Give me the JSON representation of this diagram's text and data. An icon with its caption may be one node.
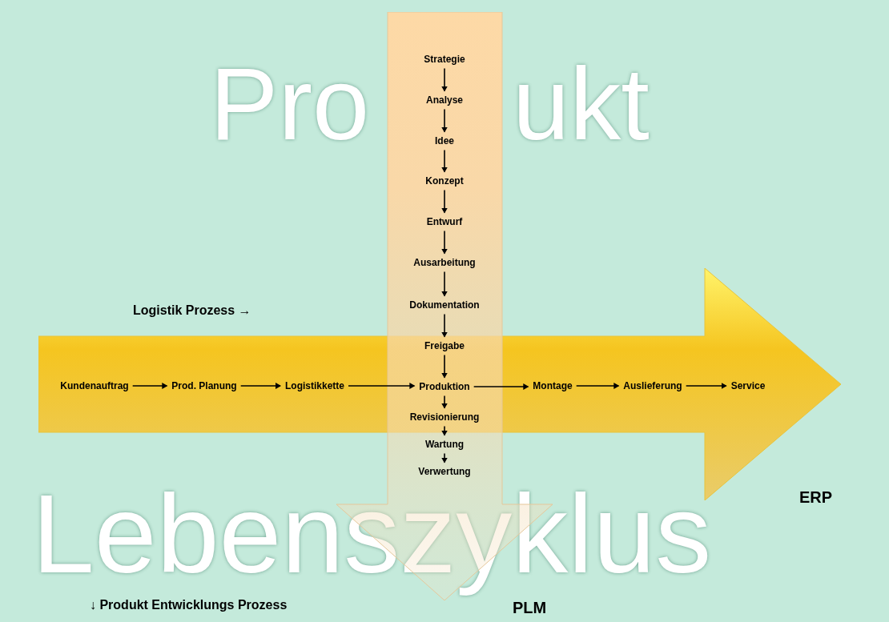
{
  "diagram": {
    "nodes": [
      {
        "text": [],
        "shape": "arrow"
      },
      {
        "text": [],
        "shape": "arrow"
      },
      {
        "text": [
          "Kundenauftrag"
        ],
        "in": 0
      },
      {
        "text": [
          "Prod. Planung"
        ],
        "in": 0
      },
      {
        "text": [
          "Logistikkette"
        ],
        "in": 0
      },
      {
        "text": [
          "Montage"
        ],
        "in": 0
      },
      {
        "text": [
          "Auslieferung"
        ],
        "in": 0
      },
      {
        "text": [
          "Service"
        ],
        "in": 0
      },
      {
        "text": [
          "Strategie"
        ],
        "in": 1
      },
      {
        "text": [
          "Analyse"
        ],
        "in": 1
      },
      {
        "text": [
          "Idee"
        ],
        "in": 1
      },
      {
        "text": [
          "Konzept"
        ],
        "in": 1
      },
      {
        "text": [
          "Entwurf"
        ],
        "in": 1
      },
      {
        "text": [
          "Ausarbeitung"
        ],
        "in": 1
      },
      {
        "text": [
          "Dokumentation"
        ],
        "in": 1
      },
      {
        "text": [
          "Freigabe"
        ]
      },
      {
        "text": [
          "Produktion"
        ]
      },
      {
        "text": [
          "Revisionierung"
        ]
      },
      {
        "text": [
          "Wartung"
        ],
        "in": 1
      },
      {
        "text": [
          "Verwertung"
        ],
        "in": 1
      }
    ],
    "edges": [
      {
        "from": 2,
        "to": 3,
        "arrow": "to"
      },
      {
        "from": 3,
        "to": 4,
        "arrow": "to"
      },
      {
        "from": 4,
        "to": 16,
        "arrow": "to"
      },
      {
        "from": 16,
        "to": 5,
        "arrow": "to"
      },
      {
        "from": 5,
        "to": 6,
        "arrow": "to"
      },
      {
        "from": 6,
        "to": 7,
        "arrow": "to"
      },
      {
        "from": 8,
        "to": 9,
        "arrow": "to"
      },
      {
        "from": 9,
        "to": 10,
        "arrow": "to"
      },
      {
        "from": 10,
        "to": 11,
        "arrow": "to"
      },
      {
        "from": 11,
        "to": 12,
        "arrow": "to"
      },
      {
        "from": 12,
        "to": 13,
        "arrow": "to"
      },
      {
        "from": 13,
        "to": 14,
        "arrow": "to"
      },
      {
        "from": 14,
        "to": 15,
        "arrow": "to"
      },
      {
        "from": 15,
        "to": 16,
        "arrow": "to"
      },
      {
        "from": 16,
        "to": 17,
        "arrow": "to"
      },
      {
        "from": 17,
        "to": 18,
        "arrow": "to"
      },
      {
        "from": 18,
        "to": 19,
        "arrow": "to"
      }
    ],
    "labels": [
      "Pro",
      "ukt",
      "Logistik Prozess →",
      "Lebenszyklus",
      "ERP",
      "↓ Produkt Entwicklungs Prozess",
      "PLM"
    ]
  }
}
